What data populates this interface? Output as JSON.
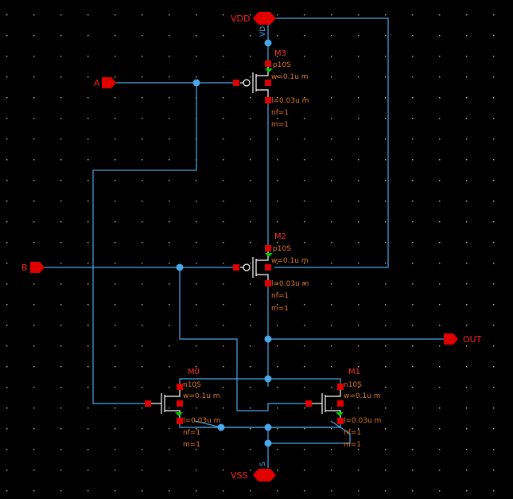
{
  "ports": {
    "vdd": "VDD",
    "vss": "VSS",
    "a": "A",
    "b": "B",
    "out": "OUT"
  },
  "net_tags": {
    "vdd_tag": "VD",
    "vss_tag": "S"
  },
  "transistors": [
    {
      "name": "M3",
      "model": "p10S",
      "w": "w=0.1u m",
      "l": "l=0.03u m",
      "nf": "nf=1",
      "m": "m=1"
    },
    {
      "name": "M2",
      "model": "p10S",
      "w": "w=0.1u m",
      "l": "l=0.03u m",
      "nf": "nf=1",
      "m": "m=1"
    },
    {
      "name": "M0",
      "model": "n10S",
      "w": "w=0.1u m",
      "l": "l=0.03u m",
      "nf": "nf=1",
      "m": "m=1"
    },
    {
      "name": "M1",
      "model": "n10S",
      "w": "w=0.1u m",
      "l": "l=0.03u m",
      "nf": "nf=1",
      "m": "m=1"
    }
  ],
  "colors": {
    "background": "#000000",
    "wire": "#4aa8e8",
    "pin": "#e00000",
    "label": "#ff3030",
    "param": "#e07820",
    "arrow": "#00d000"
  }
}
